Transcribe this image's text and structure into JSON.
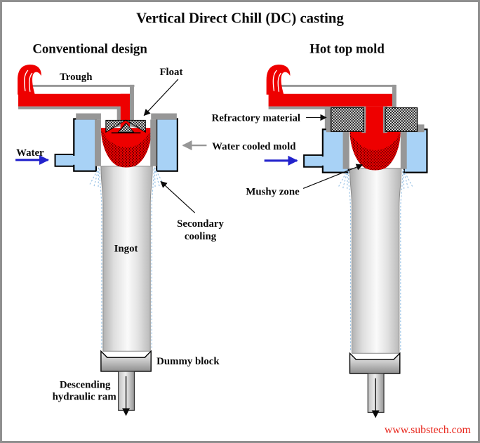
{
  "title": "Vertical Direct Chill (DC) casting",
  "sections": {
    "left_heading": "Conventional design",
    "right_heading": "Hot top mold"
  },
  "labels": {
    "trough": "Trough",
    "float": "Float",
    "water": "Water",
    "refractory_material": "Refractory material",
    "water_cooled_mold": "Water cooled mold",
    "mushy_zone": "Mushy zone",
    "secondary_cooling_1": "Secondary",
    "secondary_cooling_2": "cooling",
    "ingot": "Ingot",
    "dummy_block": "Dummy block",
    "descending_1": "Descending",
    "descending_2": "hydraulic ram"
  },
  "watermark": "www.substech.com",
  "colors": {
    "molten_metal": "#ee0000",
    "water_fill": "#a8d2f6",
    "structure_gray": "#979797",
    "arrow_blue": "#2222cc",
    "spray_blue": "#9cc4e6",
    "watermark_red": "#e8281e"
  }
}
